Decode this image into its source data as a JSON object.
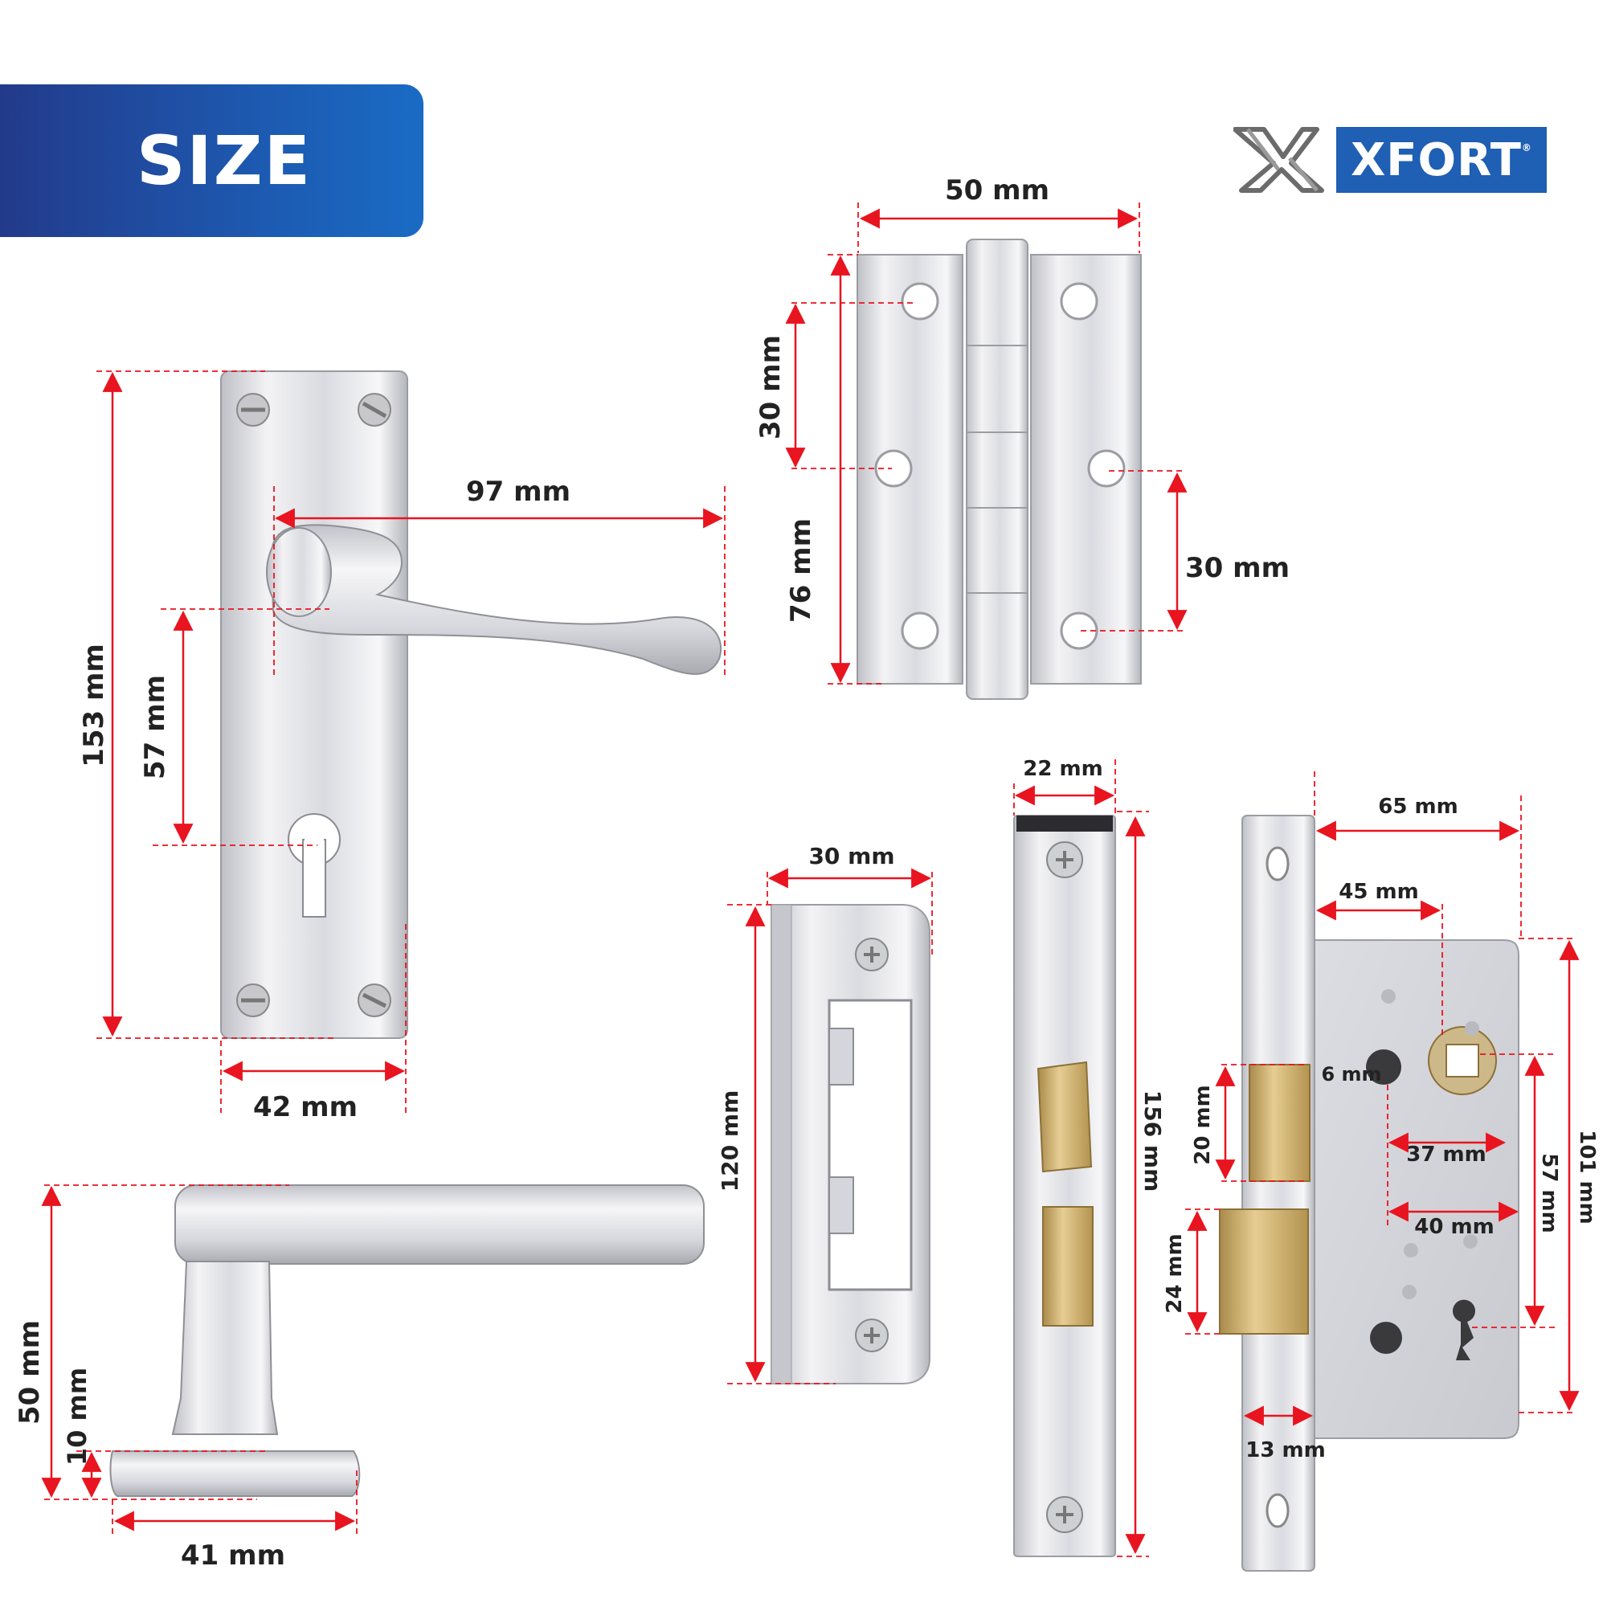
{
  "banner": {
    "title": "SIZE",
    "color": "#1f5fb4"
  },
  "brand": {
    "name": "XFORT",
    "mark": "®"
  },
  "colors": {
    "dimension": "#e8141f",
    "chrome": "#d9d9dc",
    "brass": "#c7a460"
  },
  "lever_handle": {
    "height": "153 mm",
    "keyhole_offset": "57 mm",
    "lever_length": "97 mm",
    "plate_width": "42 mm"
  },
  "side_handle": {
    "height": "50 mm",
    "rose_height": "10 mm",
    "rose_width": "41 mm"
  },
  "hinge": {
    "width": "50 mm",
    "hole_top": "30 mm",
    "height": "76 mm",
    "hole_bottom": "30 mm"
  },
  "strike_plate": {
    "width": "30 mm",
    "height": "120 mm"
  },
  "forend": {
    "width": "22 mm",
    "height": "156 mm"
  },
  "sash_lock": {
    "case_depth": "65 mm",
    "backset": "45 mm",
    "spindle": "6 mm",
    "latch": "20 mm",
    "follower": "37 mm",
    "height": "101 mm",
    "centres": "57 mm",
    "keyhole": "40 mm",
    "bolt": "24 mm",
    "forend_width": "13 mm"
  }
}
